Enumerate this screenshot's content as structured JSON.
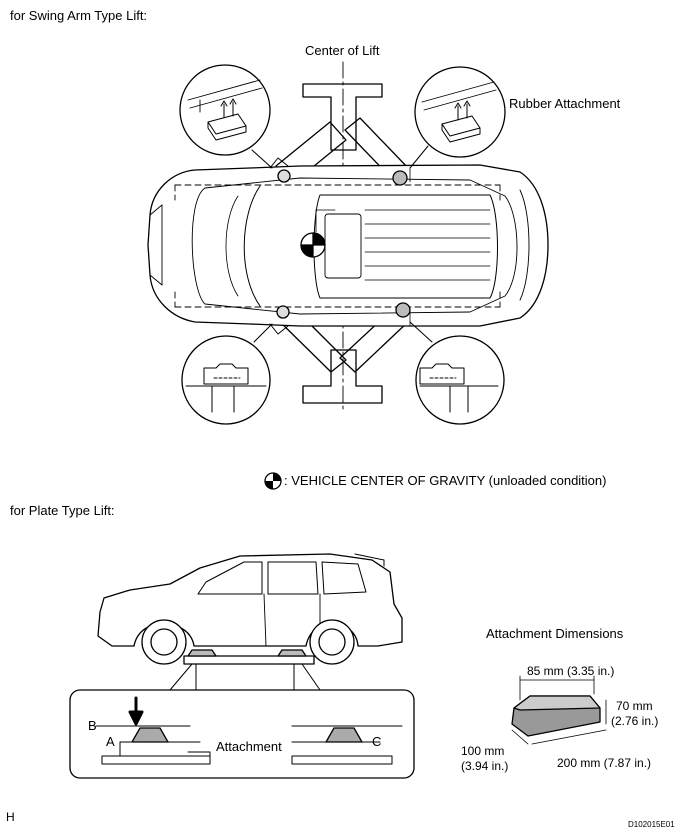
{
  "swing_section": {
    "heading": "for Swing Arm Type Lift:",
    "center_label": "Center of Lift",
    "rubber_label": "Rubber Attachment",
    "cog_legend": ": VEHICLE CENTER OF GRAVITY (unloaded condition)"
  },
  "plate_section": {
    "heading": "for Plate Type Lift:",
    "attachment_label": "Attachment",
    "point_a": "A",
    "point_b": "B",
    "point_c": "C",
    "dims_title": "Attachment Dimensions",
    "dim_top": "85 mm (3.35 in.)",
    "dim_height_mm": "70 mm",
    "dim_height_in": "(2.76 in.)",
    "dim_width_mm": "100 mm",
    "dim_width_in": "(3.94 in.)",
    "dim_length": "200 mm (7.87 in.)"
  },
  "footer": {
    "left_code": "H",
    "right_code": "D102015E01"
  }
}
